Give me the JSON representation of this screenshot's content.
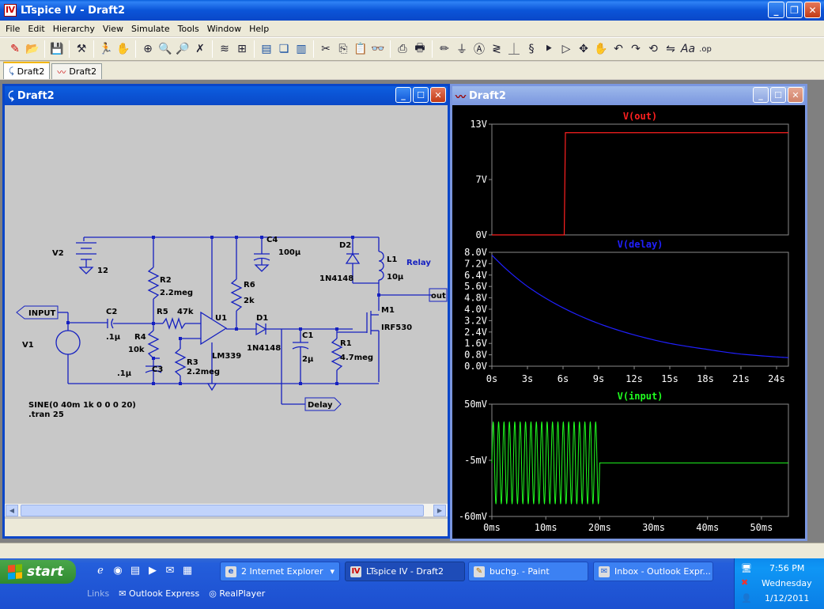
{
  "app": {
    "title": "LTspice IV - Draft2",
    "icon_letter": "Ⅳ"
  },
  "menu": [
    "File",
    "Edit",
    "Hierarchy",
    "View",
    "Simulate",
    "Tools",
    "Window",
    "Help"
  ],
  "tabs": [
    {
      "label": "Draft2",
      "kind": "schematic"
    },
    {
      "label": "Draft2",
      "kind": "waveform"
    }
  ],
  "schematic": {
    "title": "Draft2",
    "labels": {
      "V2": "V2",
      "V2_val": "12",
      "C4": "C4",
      "C4_val": "100µ",
      "D2": "D2",
      "D2_part": "1N4148",
      "L1": "L1",
      "L1_val": "10µ",
      "relay": "Relay",
      "out": "out",
      "R2": "R2",
      "R2_val": "2.2meg",
      "R6": "R6",
      "R6_val": "2k",
      "M1": "M1",
      "M1_part": "IRF530",
      "input": "INPUT",
      "C2": "C2",
      "C2_val": ".1µ",
      "R5": "R5",
      "R5_val": "47k",
      "U1": "U1",
      "D1": "D1",
      "D1_part": "1N4148",
      "C1": "C1",
      "C1_val": "2µ",
      "R1": "R1",
      "R1_val": "4.7meg",
      "V1": "V1",
      "R4": "R4",
      "R4_val": "10k",
      "R3": "R3",
      "R3_val": "2.2meg",
      "U1_part": "LM339",
      "C3": "C3",
      "C3_val": ".1µ",
      "delay": "Delay",
      "directive1": "SINE(0 40m 1k 0 0 0 20)",
      "directive2": ".tran 25"
    }
  },
  "waveform": {
    "title": "Draft2",
    "panes": [
      {
        "trace": "V(out)",
        "color": "#ff2020",
        "yticks": [
          "13V",
          "7V",
          "0V"
        ]
      },
      {
        "trace": "V(delay)",
        "color": "#2020ff",
        "yticks": [
          "8.0V",
          "7.2V",
          "6.4V",
          "5.6V",
          "4.8V",
          "4.0V",
          "3.2V",
          "2.4V",
          "1.6V",
          "0.8V",
          "0.0V"
        ]
      },
      {
        "trace": "V(input)",
        "color": "#20ff20",
        "yticks": [
          "50mV",
          "-5mV",
          "-60mV"
        ]
      }
    ],
    "xticks_top": [
      "0s",
      "3s",
      "6s",
      "9s",
      "12s",
      "15s",
      "18s",
      "21s",
      "24s"
    ],
    "xticks_bottom": [
      "0ms",
      "10ms",
      "20ms",
      "30ms",
      "40ms",
      "50ms"
    ]
  },
  "chart_data": [
    {
      "type": "line",
      "series": [
        {
          "name": "V(out)",
          "x": [
            0,
            6.1,
            6.2,
            25
          ],
          "y": [
            0,
            0,
            12,
            12
          ]
        }
      ],
      "ylim": [
        0,
        13
      ],
      "xlim": [
        0,
        25
      ]
    },
    {
      "type": "line",
      "series": [
        {
          "name": "V(delay)",
          "x": [
            0,
            3,
            6,
            9,
            12,
            15,
            18,
            21,
            24,
            25
          ],
          "y": [
            7.8,
            5.6,
            4.1,
            3.0,
            2.2,
            1.6,
            1.2,
            0.85,
            0.65,
            0.6
          ]
        }
      ],
      "ylim": [
        0,
        8
      ],
      "xlim": [
        0,
        25
      ]
    },
    {
      "type": "line",
      "series": [
        {
          "name": "V(input)",
          "frequency_hz": 1000,
          "amplitude_v": 0.04,
          "burst_end_ms": 20
        }
      ],
      "ylim": [
        -0.06,
        0.05
      ],
      "xlim": [
        0,
        0.055
      ]
    }
  ],
  "taskbar": {
    "start": "start",
    "tasks": [
      "2 Internet Explorer",
      "LTspice IV - Draft2",
      "buchg. - Paint",
      "Inbox - Outlook Expr..."
    ],
    "links_label": "Links",
    "links": [
      "Outlook Express",
      "RealPlayer"
    ],
    "time": "7:56 PM",
    "day": "Wednesday",
    "date": "1/12/2011"
  }
}
